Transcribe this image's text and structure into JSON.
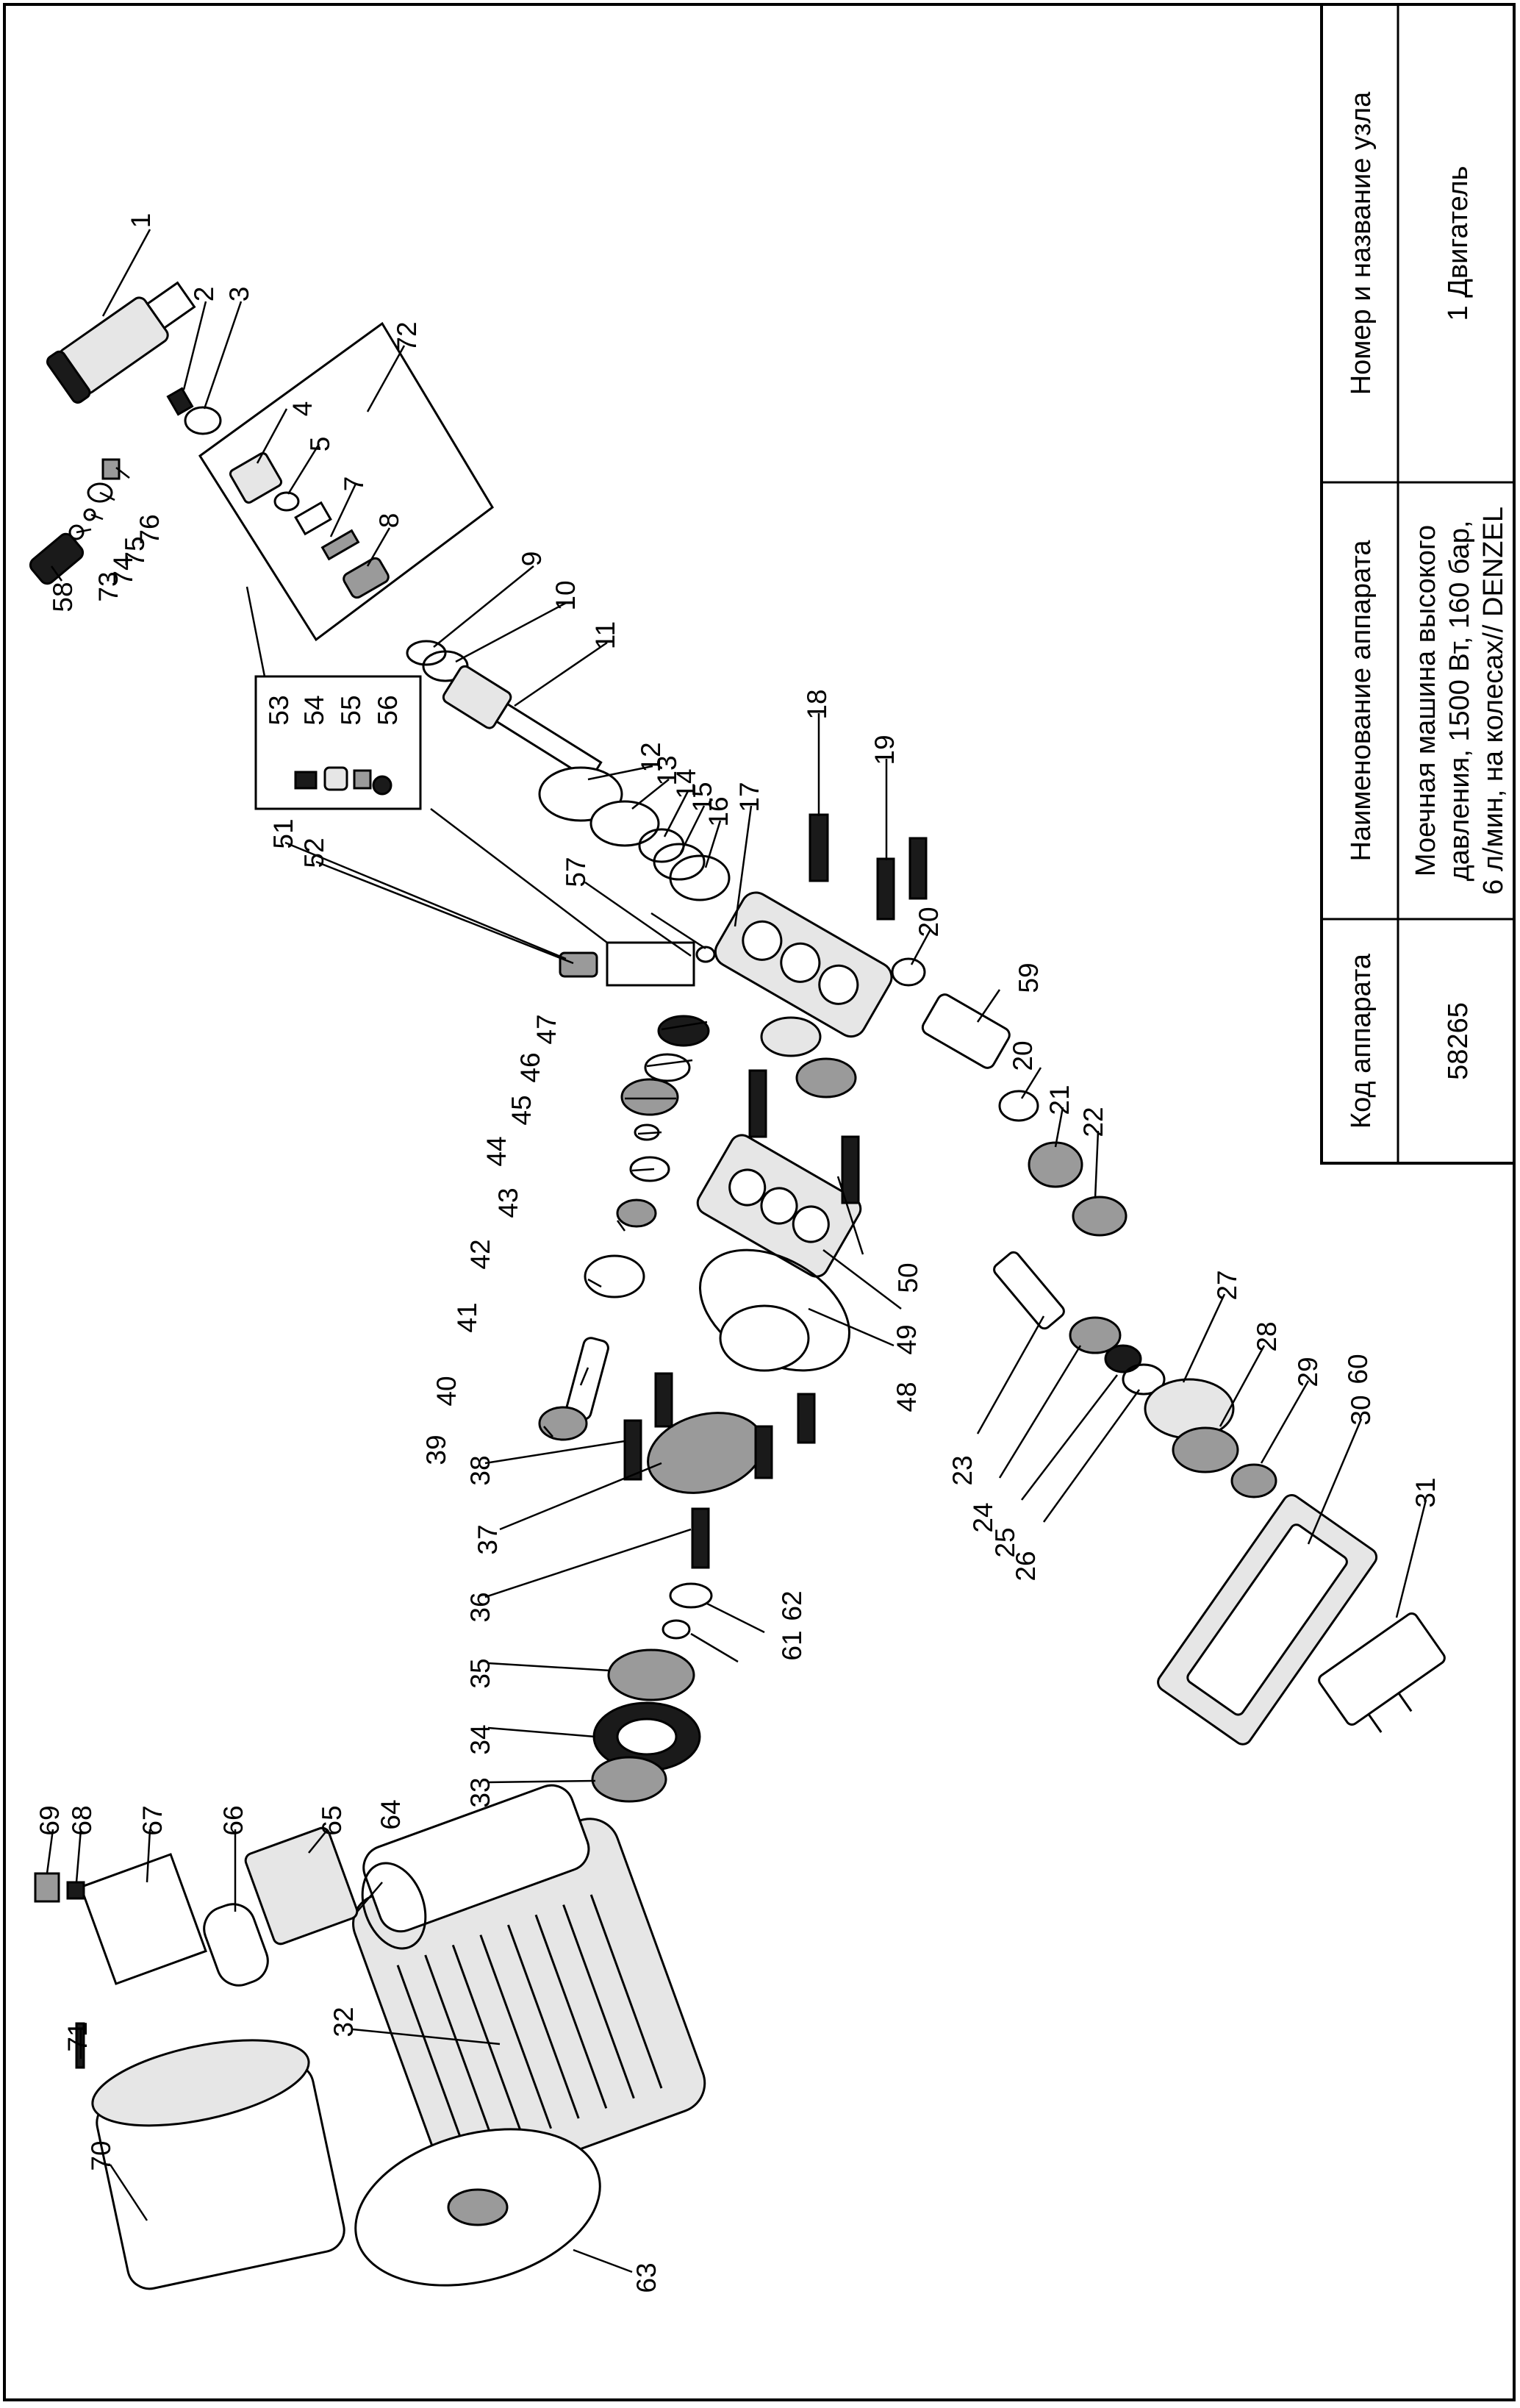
{
  "title_block": {
    "code_header": "Код аппарата",
    "code_value": "58265",
    "name_header": "Наименование аппарата",
    "name_value_lines": [
      "Моечная машина высокого",
      "давления, 1500 Вт, 160 бар,",
      "6 л/мин, на колесах// DENZEL"
    ],
    "unit_header": "Номер и название узла",
    "unit_value": "1 Двигатель"
  },
  "part_numbers": [
    "1",
    "2",
    "3",
    "4",
    "5",
    "7",
    "8",
    "9",
    "10",
    "11",
    "12",
    "13",
    "14",
    "15",
    "16",
    "17",
    "18",
    "19",
    "20",
    "20",
    "21",
    "22",
    "23",
    "24",
    "25",
    "26",
    "27",
    "28",
    "29",
    "30",
    "31",
    "32",
    "33",
    "34",
    "35",
    "36",
    "37",
    "38",
    "39",
    "40",
    "41",
    "42",
    "43",
    "44",
    "45",
    "46",
    "47",
    "48",
    "49",
    "50",
    "51",
    "52",
    "53",
    "54",
    "55",
    "56",
    "57",
    "58",
    "59",
    "60",
    "61",
    "62",
    "63",
    "64",
    "65",
    "66",
    "67",
    "68",
    "69",
    "70",
    "71",
    "72",
    "73",
    "74",
    "75",
    "76"
  ],
  "colors": {
    "line": "#000000",
    "fill_dark": "#1a1a1a",
    "fill_mid": "#9a9a9a",
    "fill_light": "#e6e6e6"
  }
}
